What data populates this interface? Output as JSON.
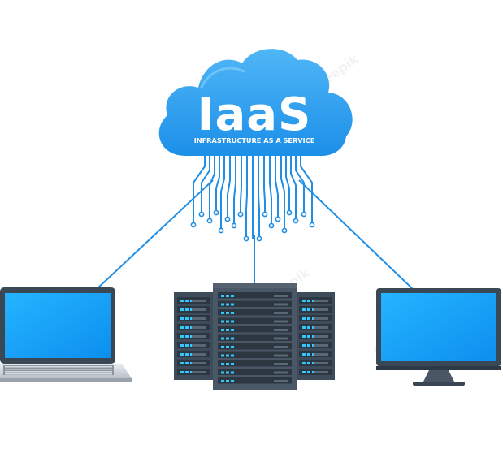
{
  "cloud": {
    "title": "IaaS",
    "subtitle": "INFRASTRUCTURE AS A SERVICE"
  },
  "devices": [
    {
      "name": "laptop"
    },
    {
      "name": "server-rack"
    },
    {
      "name": "monitor"
    }
  ],
  "watermark": "freepik",
  "colors": {
    "cloud": "#2a9ff0",
    "cloud_highlight": "#5dbcfa",
    "connector": "#1f8fe6",
    "screen": "#1aa6ff",
    "device_frame": "#3c4a58",
    "server_body": "#3e4b5a",
    "server_led": "#33c6ff"
  }
}
